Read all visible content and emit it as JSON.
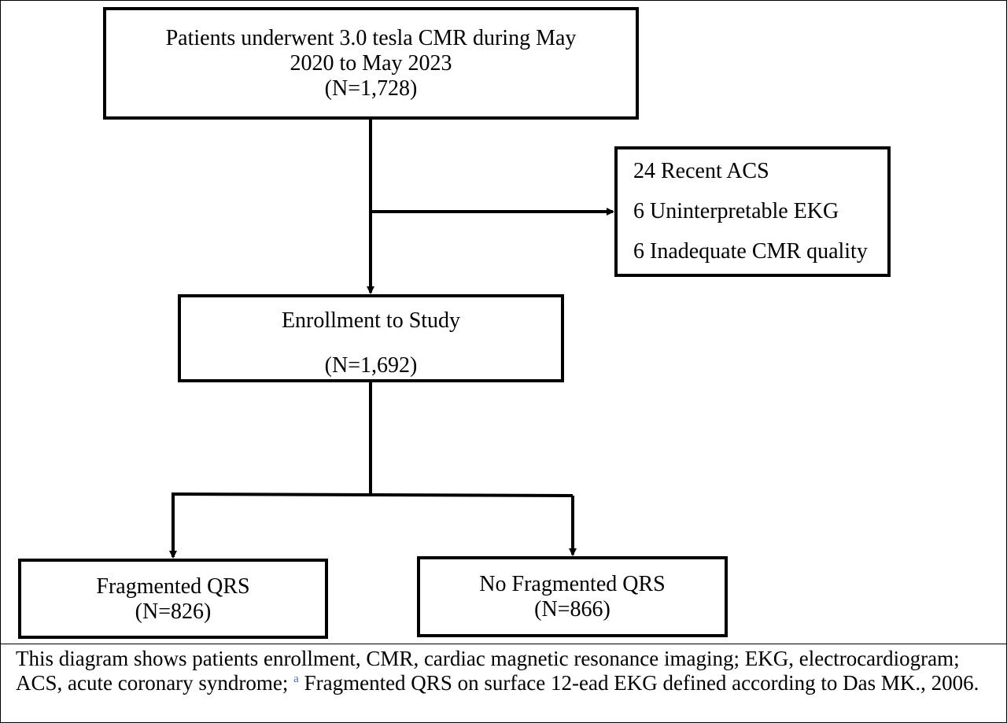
{
  "flowchart": {
    "top_box": {
      "line1": "Patients underwent 3.0 tesla CMR during May",
      "line2": "2020 to May 2023",
      "line3": "(N=1,728)"
    },
    "exclusion_box": {
      "items": [
        "24 Recent ACS",
        "6 Uninterpretable EKG",
        "6 Inadequate CMR quality"
      ]
    },
    "enrollment_box": {
      "line1": "Enrollment to Study",
      "line2": "(N=1,692)"
    },
    "fragmented_box": {
      "line1": "Fragmented QRS",
      "line2": "(N=826)"
    },
    "no_fragmented_box": {
      "line1": "No Fragmented QRS",
      "line2": "(N=866)"
    }
  },
  "caption": {
    "text_before": "This diagram shows patients enrollment, CMR, cardiac magnetic resonance imaging; EKG, electrocardiogram; ACS, acute coronary syndrome; ",
    "superscript": "a",
    "text_after": " Fragmented QRS on surface 12-ead EKG defined according to Das MK., 2006."
  }
}
